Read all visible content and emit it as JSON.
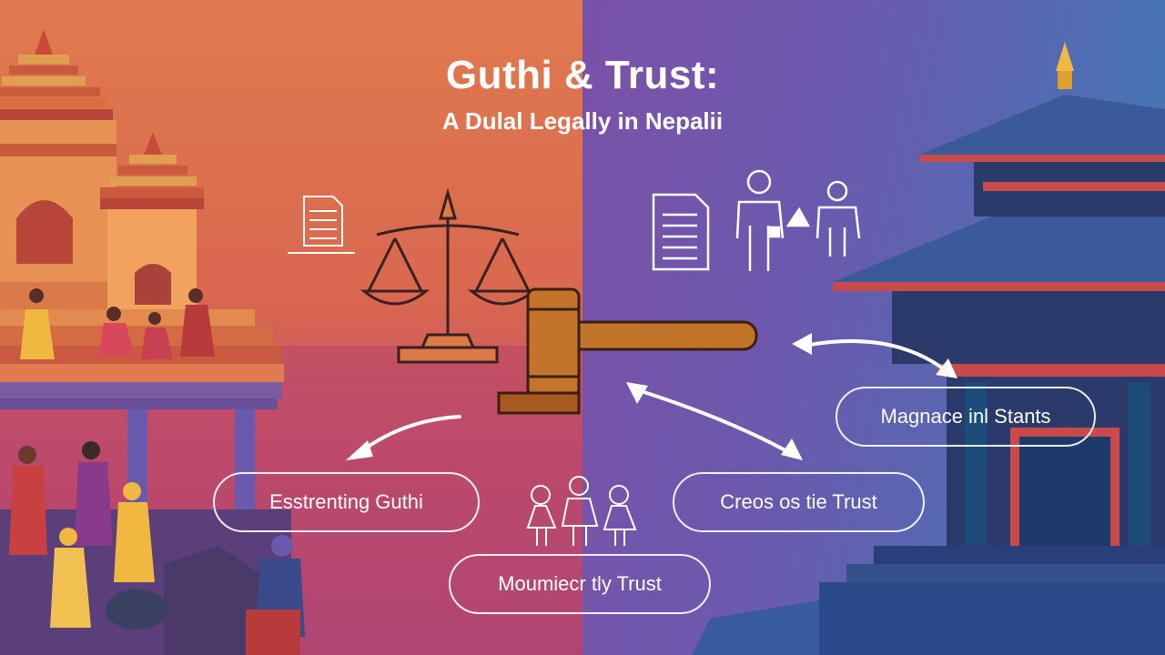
{
  "header": {
    "title": "Guthi & Trust:",
    "subtitle": "A Dulal Legally in Nepalii"
  },
  "labels": {
    "left": "Esstrenting Guthi",
    "right": "Creos os tie Trust",
    "top_right": "Magnace inl Stants",
    "bottom": "Moumiecr tly Trust"
  },
  "icons": [
    "document-icon",
    "scales-icon",
    "gavel-icon",
    "people-icon",
    "family-icon",
    "temple-icon",
    "arrow-icon"
  ],
  "colors": {
    "left_bg": "#e07a4f",
    "right_bg": "#4f6db3",
    "accent": "#ffffff"
  }
}
